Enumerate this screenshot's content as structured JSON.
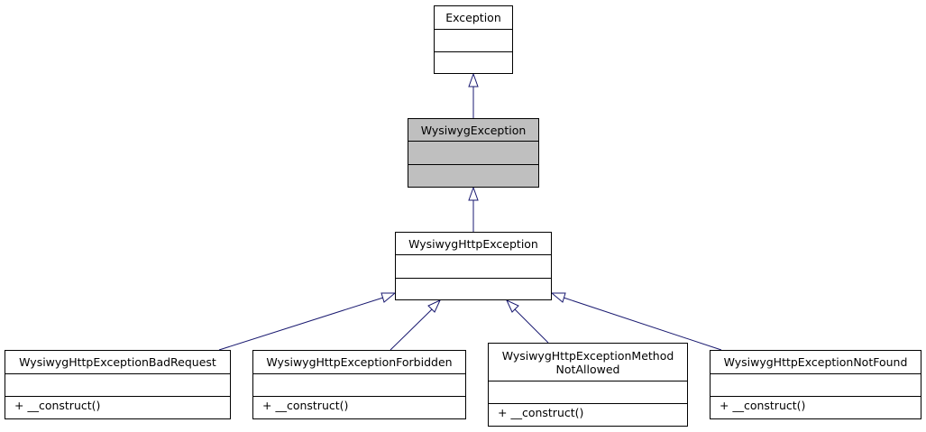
{
  "classes": {
    "exception": {
      "name": "Exception",
      "operations": []
    },
    "wysiwyg_exception": {
      "name": "WysiwygException",
      "operations": []
    },
    "wysiwyg_http_exception": {
      "name": "WysiwygHttpException",
      "operations": []
    },
    "bad_request": {
      "name": "WysiwygHttpExceptionBadRequest",
      "operations": [
        "+ __construct()"
      ]
    },
    "forbidden": {
      "name": "WysiwygHttpExceptionForbidden",
      "operations": [
        "+ __construct()"
      ]
    },
    "method_not_allowed": {
      "name": "WysiwygHttpExceptionMethod\nNotAllowed",
      "operations": [
        "+ __construct()"
      ]
    },
    "not_found": {
      "name": "WysiwygHttpExceptionNotFound",
      "operations": [
        "+ __construct()"
      ]
    }
  },
  "colors": {
    "edge": "#191970",
    "highlight": "#bfbfbf",
    "border": "#000000"
  }
}
